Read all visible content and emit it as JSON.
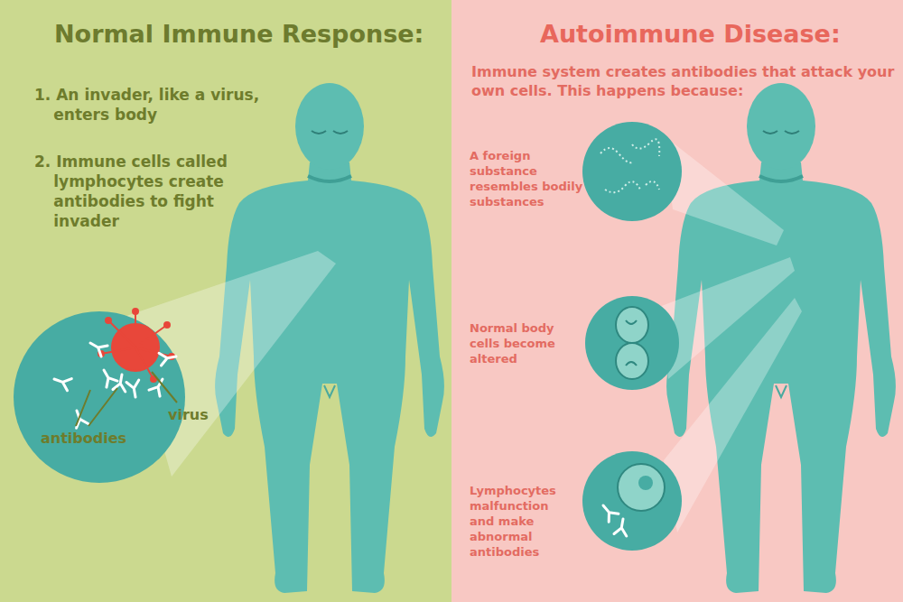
{
  "diagram": {
    "nodes": [
      {
        "text": [
          "Normal Immune Response:",
          "1. An invader, like a virus, enters body",
          "2. Immune cells called lymphocytes create antibodies to fight invader"
        ]
      },
      {
        "text": [
          "Autoimmune Disease:",
          "Immune system creates antibodies that attack your own cells. This happens because:"
        ]
      }
    ],
    "labels": [
      "antibodies",
      "virus",
      "A foreign substance resembles bodily substances",
      "Normal body cells become altered",
      "Lymphocytes malfunction and make abnormal antibodies"
    ]
  }
}
